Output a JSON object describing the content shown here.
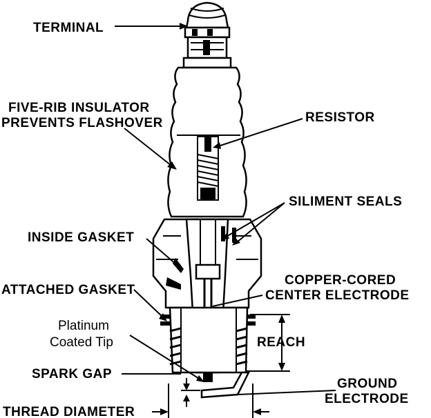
{
  "labels": {
    "terminal": "TERMINAL",
    "insulator_line1": "FIVE-RIB INSULATOR",
    "insulator_line2": "PREVENTS FLASHOVER",
    "resistor": "RESISTOR",
    "siliment_seals": "SILIMENT SEALS",
    "inside_gasket": "INSIDE GASKET",
    "attached_gasket": "ATTACHED GASKET",
    "copper_line1": "COPPER-CORED",
    "copper_line2": "CENTER ELECTRODE",
    "platinum_line1": "Platinum",
    "platinum_line2": "Coated Tip",
    "reach": "REACH",
    "spark_gap": "SPARK GAP",
    "ground_line1": "GROUND",
    "ground_line2": "ELECTRODE",
    "thread_diameter": "THREAD DIAMETER"
  }
}
